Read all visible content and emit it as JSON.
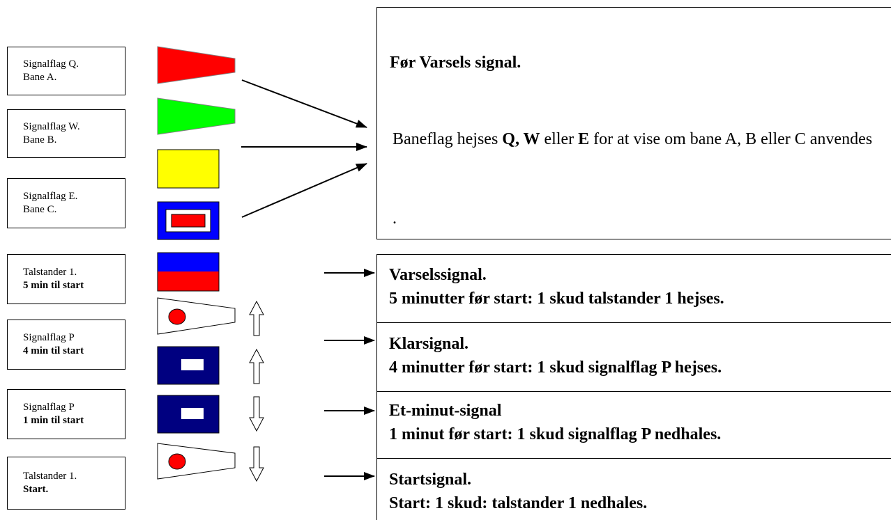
{
  "labels": [
    {
      "line1": "Signalflag Q.",
      "line2": "Bane A."
    },
    {
      "line1": "Signalflag W.",
      "line2": "Bane B."
    },
    {
      "line1": "Signalflag E.",
      "line2": "Bane C."
    },
    {
      "line1": "Talstander 1.",
      "line2": "5 min til start"
    },
    {
      "line1": "Signalflag P",
      "line2": "4 min til start"
    },
    {
      "line1": "Signalflag P",
      "line2": "1 min til start"
    },
    {
      "line1": "Talstander 1.",
      "line2": "Start."
    }
  ],
  "info": {
    "heading": "Før Varsels signal.",
    "body_1": "Baneflag hejses ",
    "body_q": "Q, W",
    "body_2": " eller ",
    "body_e": "E",
    "body_3": " for at vise om bane A, B eller C anvendes",
    "dot": "."
  },
  "signals": [
    {
      "title": "Varselssignal.",
      "text": "5 minutter før start: 1 skud talstander 1 hejses."
    },
    {
      "title": "Klarsignal.",
      "text": "4 minutter før start: 1 skud signalflag P hejses."
    },
    {
      "title": "Et-minut-signal",
      "text": "1 minut før start: 1 skud signalflag P nedhales."
    },
    {
      "title": "Startsignal.",
      "text": "Start: 1 skud: talstander 1 nedhales."
    }
  ],
  "flags": [
    {
      "name": "Q",
      "color": "#ff0000"
    },
    {
      "name": "W",
      "color": "#00ff00"
    },
    {
      "name": "E",
      "color": "#ffff00"
    },
    {
      "name": "E-blue",
      "outer": "#0000ff",
      "inner_border": "#ffffff",
      "center": "#ff0000"
    },
    {
      "name": "talstander-1",
      "top": "#0000ff",
      "bottom": "#ff0000"
    },
    {
      "name": "pennant-1",
      "fill": "#ffffff",
      "dot": "#ff0000"
    },
    {
      "name": "P",
      "outer": "#000080",
      "center": "#ffffff"
    }
  ]
}
